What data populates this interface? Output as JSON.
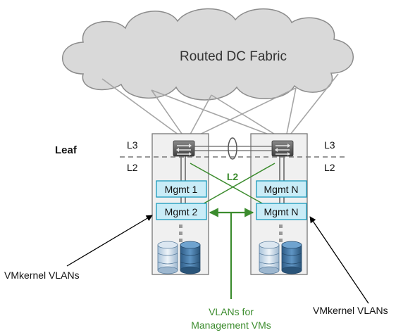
{
  "cloud_label": "Routed DC Fabric",
  "leaf_label": "Leaf",
  "layer_left": {
    "upper": "L3",
    "lower": "L2"
  },
  "layer_right": {
    "upper": "L3",
    "lower": "L2"
  },
  "center_link_label": "L2",
  "left_rack": {
    "mgmt_top": "Mgmt 1",
    "mgmt_bottom": "Mgmt 2"
  },
  "right_rack": {
    "mgmt_top": "Mgmt N",
    "mgmt_bottom": "Mgmt N"
  },
  "left_callout": "VMkernel VLANs",
  "right_callout": "VMkernel VLANs",
  "vlans_label": {
    "line1": "VLANs for",
    "line2": "Management VMs"
  },
  "colors": {
    "cloud_fill": "#d9d9d9",
    "cloud_stroke": "#8c8c8c",
    "rack_fill": "#f0f0f0",
    "mgmt_fill": "#c9ecf7",
    "mgmt_stroke": "#1a9bbd",
    "green": "#3c8c2e",
    "switch_dark": "#4a4a4a",
    "storage_blue": "#3a6f9e"
  }
}
